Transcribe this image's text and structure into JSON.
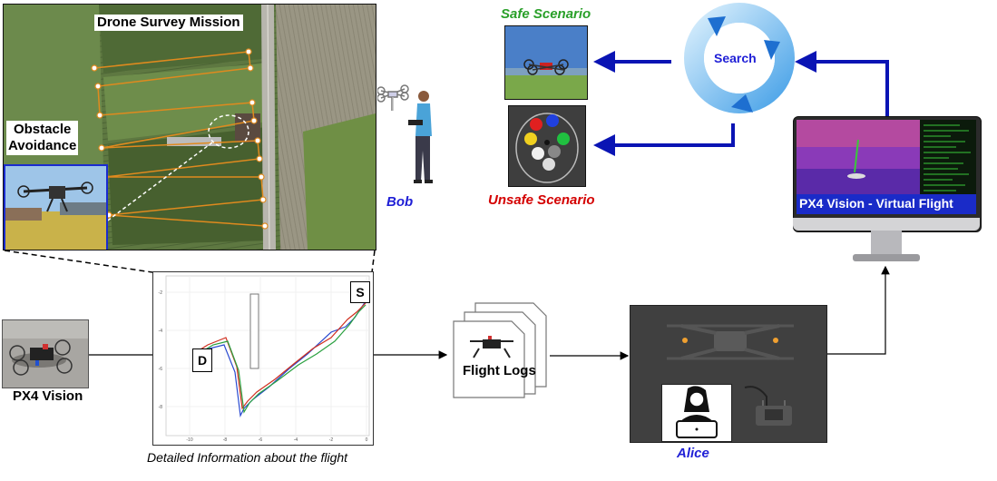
{
  "survey": {
    "title": "Drone Survey Mission",
    "obstacle_label_line1": "Obstacle",
    "obstacle_label_line2": "Avoidance"
  },
  "bob": {
    "name": "Bob"
  },
  "scenarios": {
    "safe_label": "Safe Scenario",
    "unsafe_label": "Unsafe Scenario",
    "search_label": "Search"
  },
  "virtual": {
    "title": "PX4 Vision - Virtual Flight"
  },
  "px4": {
    "label": "PX4 Vision"
  },
  "plot": {
    "caption": "Detailed Information about the flight",
    "start_marker": "S",
    "dest_marker": "D",
    "xticks": [
      "-10",
      "-8",
      "-6",
      "-4",
      "-2",
      "0"
    ],
    "yticks": [
      "-2",
      "-4",
      "-6",
      "-8"
    ]
  },
  "logs": {
    "label": "Flight Logs"
  },
  "alice": {
    "name": "Alice"
  },
  "colors": {
    "safe": "#2aa02a",
    "unsafe": "#d40000",
    "person": "#1f1fd6",
    "arrow": "#0a14b4",
    "mission_path": "#e08a1e"
  }
}
